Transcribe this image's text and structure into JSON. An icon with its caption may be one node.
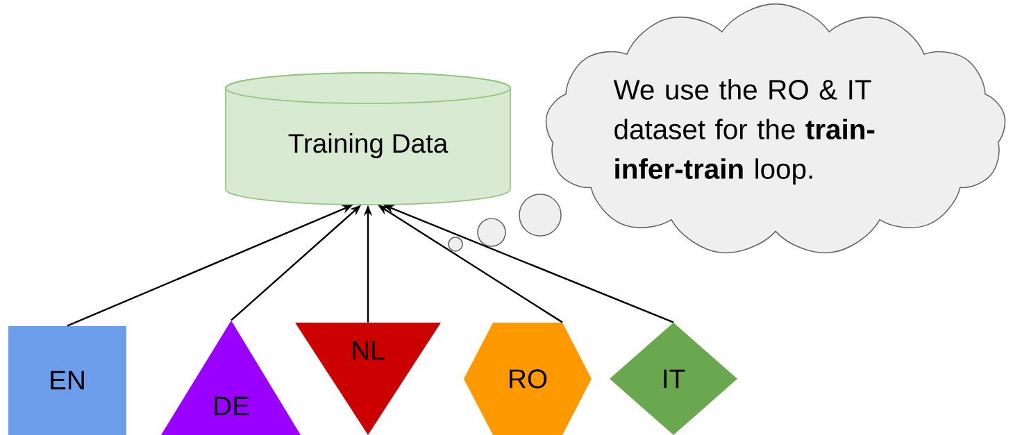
{
  "diagram": {
    "nodes": [
      {
        "text": [
          "Training Data"
        ]
      },
      {
        "text": [
          "EN"
        ]
      },
      {
        "text": [
          "DE"
        ]
      },
      {
        "text": [
          "NL"
        ]
      },
      {
        "text": [
          "RO"
        ]
      },
      {
        "text": [
          "IT"
        ]
      },
      {
        "text": [
          "We use the RO & IT dataset for the **train-infer-train** loop."
        ]
      }
    ],
    "edges": [
      {
        "from": 1,
        "to": 0,
        "arrow": "to"
      },
      {
        "from": 2,
        "to": 0,
        "arrow": "to"
      },
      {
        "from": 3,
        "to": 0,
        "arrow": "to"
      },
      {
        "from": 4,
        "to": 0,
        "arrow": "to"
      },
      {
        "from": 5,
        "to": 0,
        "arrow": "to"
      }
    ]
  }
}
